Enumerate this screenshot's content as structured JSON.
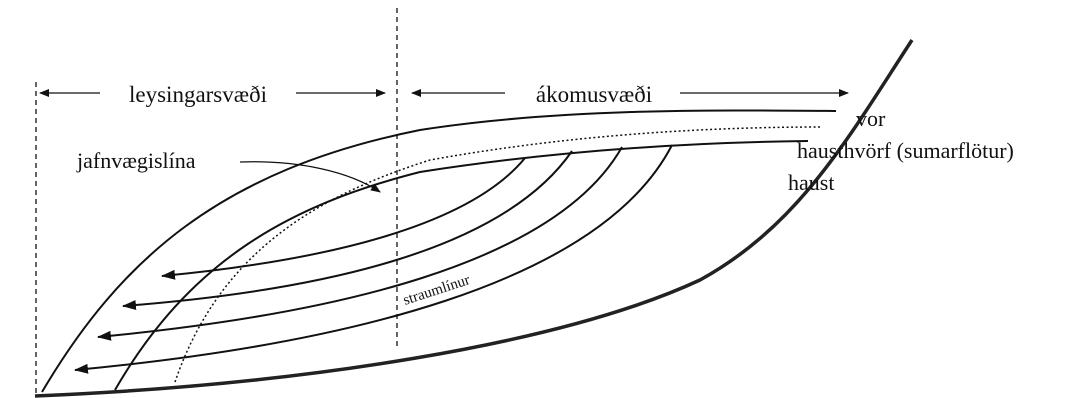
{
  "diagram": {
    "labels": {
      "ablation_zone": "leysingarsvæði",
      "accumulation_zone": "ákomusvæði",
      "equilibrium_line": "jafnvægislína",
      "spring": "vor",
      "autumn_transition": "hausthvörf (sumarflötur)",
      "autumn": "haust",
      "flowlines": "straumlínur"
    },
    "colors": {
      "ink": "#111111",
      "background": "#ffffff"
    }
  }
}
